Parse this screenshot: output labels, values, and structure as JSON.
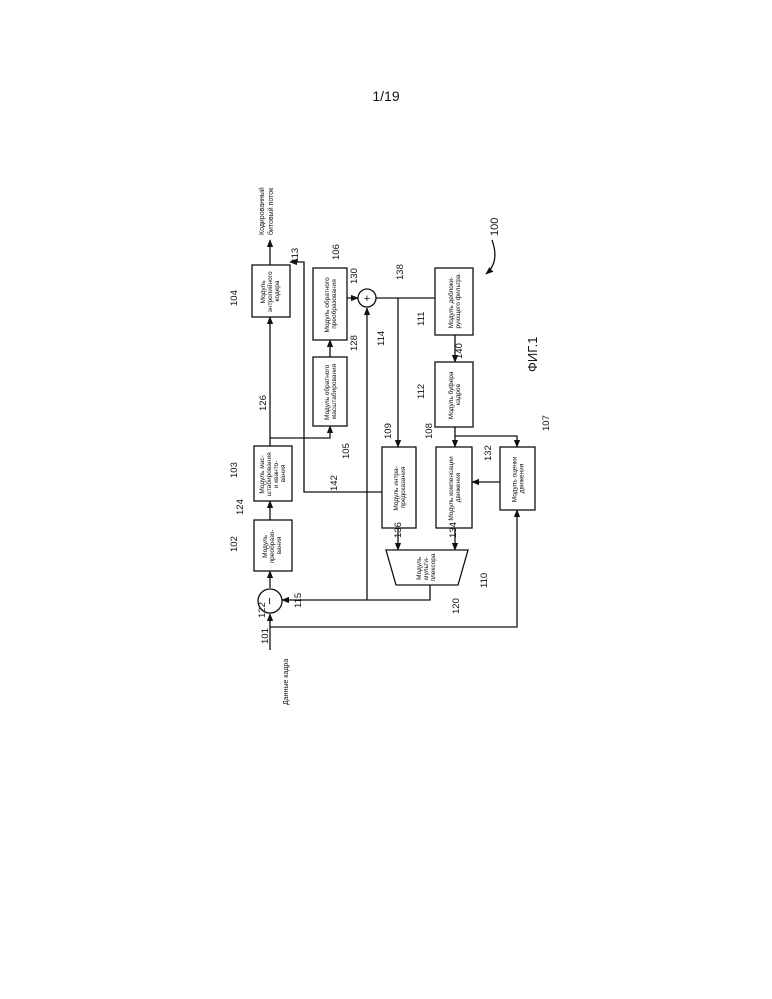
{
  "page": {
    "number": "1/19"
  },
  "figure": {
    "caption": "ФИГ.1",
    "system_ref": "100"
  },
  "inputs": {
    "frame_data": "Данные кадра"
  },
  "outputs": {
    "bitstream_line1": "Кодированный",
    "bitstream_line2": "битовый поток"
  },
  "operators": {
    "subtract": "−",
    "add": "+"
  },
  "blocks": {
    "transform": {
      "ref": "102",
      "lines": [
        "Модуль",
        "преобразо-",
        "вания"
      ]
    },
    "quantization": {
      "ref": "103",
      "lines": [
        "Модуль мас-",
        "штабирования",
        "и квантo-",
        "вания"
      ]
    },
    "entropy": {
      "ref": "104",
      "lines": [
        "Модуль",
        "энтропийного",
        "кодера"
      ]
    },
    "inverse_scaling": {
      "ref": "105",
      "lines": [
        "Модуль обратного",
        "масштабирования"
      ]
    },
    "inverse_transform": {
      "ref": "106",
      "lines": [
        "Модуль обратного",
        "преобразования"
      ]
    },
    "motion_estimation": {
      "ref": "107",
      "lines": [
        "Модуль оценки",
        "движения"
      ]
    },
    "motion_compensation": {
      "ref": "108",
      "lines": [
        "Модуль компенсации",
        "движения"
      ]
    },
    "intra_prediction": {
      "ref": "109",
      "lines": [
        "Модуль интра-",
        "предсказания"
      ]
    },
    "multiplexer": {
      "ref": "110",
      "lines": [
        "Модуль",
        "мульти-",
        "плексора"
      ]
    },
    "deblocking": {
      "ref": "111",
      "lines": [
        "Модуль деблоки-",
        "рующего фильтра"
      ]
    },
    "frame_buffer": {
      "ref": "112",
      "lines": [
        "Модуль буфера",
        "кадров"
      ]
    }
  },
  "signal_refs": {
    "s101": "101",
    "s113": "113",
    "s114": "114",
    "s115": "115",
    "s120": "120",
    "s122": "122",
    "s124": "124",
    "s126": "126",
    "s128": "128",
    "s130": "130",
    "s132": "132",
    "s134": "134",
    "s136": "136",
    "s138": "138",
    "s140": "140",
    "s142": "142"
  }
}
